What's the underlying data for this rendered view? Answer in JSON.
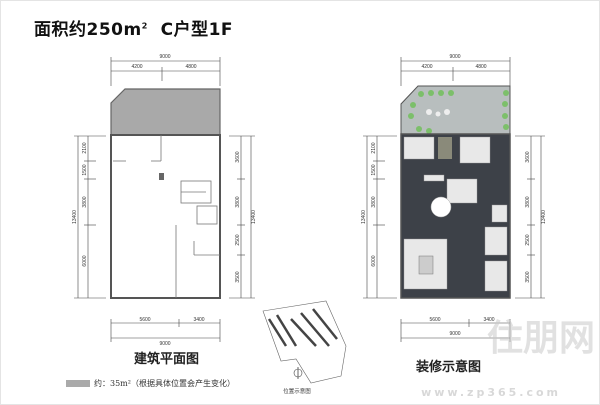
{
  "title": {
    "text": "面积约250m",
    "sup": "2",
    "type": "C户型1F"
  },
  "left_plan": {
    "caption": "建筑平面图",
    "top_dims": {
      "total": "9000",
      "a": "4200",
      "b": "4800"
    },
    "bottom_dims": {
      "total": "9000",
      "a": "5600",
      "b": "3400"
    },
    "left_dims": {
      "total": "13400",
      "d1": "2100",
      "d2": "1500",
      "d3": "3800",
      "d4": "6000"
    },
    "right_dims": {
      "total": "13400",
      "d1": "3600",
      "d2": "3800",
      "d3": "2500",
      "d4": "3500"
    }
  },
  "right_plan": {
    "caption": "装修示意图",
    "top_dims": {
      "total": "9000",
      "a": "4200",
      "b": "4800"
    },
    "bottom_dims": {
      "total": "9000",
      "a": "5600",
      "b": "3400"
    },
    "left_dims": {
      "total": "13400",
      "d1": "2100",
      "d2": "1500",
      "d3": "3800",
      "d4": "6000"
    },
    "right_dims": {
      "total": "13400",
      "d1": "3600",
      "d2": "3800",
      "d3": "2500",
      "d4": "3500"
    }
  },
  "site_plan": {
    "caption": "位置示意图"
  },
  "legend": {
    "text": "约：35m²（根据具体位置会产生变化）"
  },
  "watermark": {
    "logo": "住朋网",
    "url": "www.zp365.com"
  },
  "colors": {
    "terrace": "#a9a9a9",
    "wall": "#555555",
    "floor_dark": "#3d4148",
    "garden": "#b8bebe"
  }
}
